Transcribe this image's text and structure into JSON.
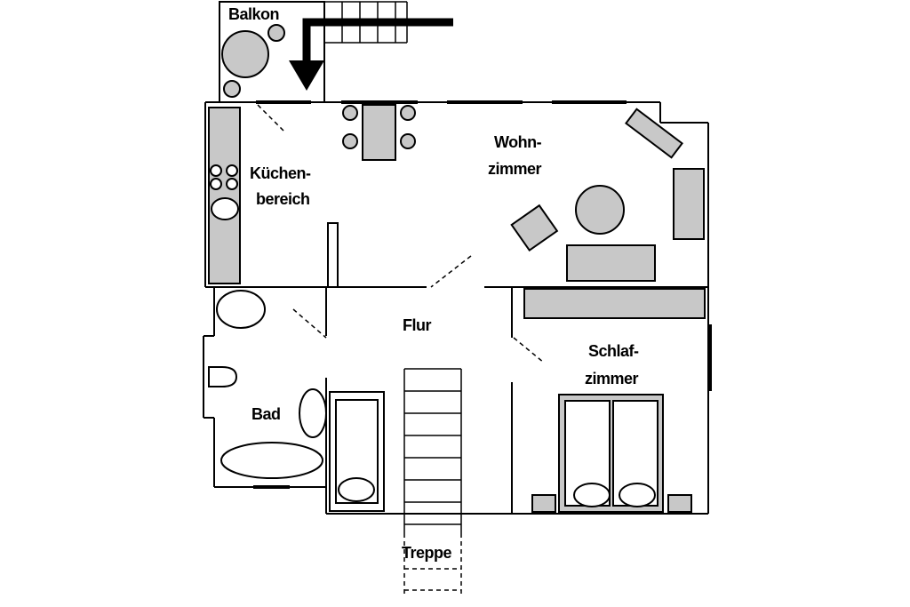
{
  "rooms": {
    "balkon": "Balkon",
    "kuechen_1": "Küchen-",
    "kuechen_2": "bereich",
    "wohn_1": "Wohn-",
    "wohn_2": "zimmer",
    "flur": "Flur",
    "schlaf_1": "Schlaf-",
    "schlaf_2": "zimmer",
    "bad": "Bad",
    "treppe": "Treppe"
  },
  "colors": {
    "furniture": "#c8c8c8",
    "walls": "#000000",
    "background": "#ffffff"
  }
}
